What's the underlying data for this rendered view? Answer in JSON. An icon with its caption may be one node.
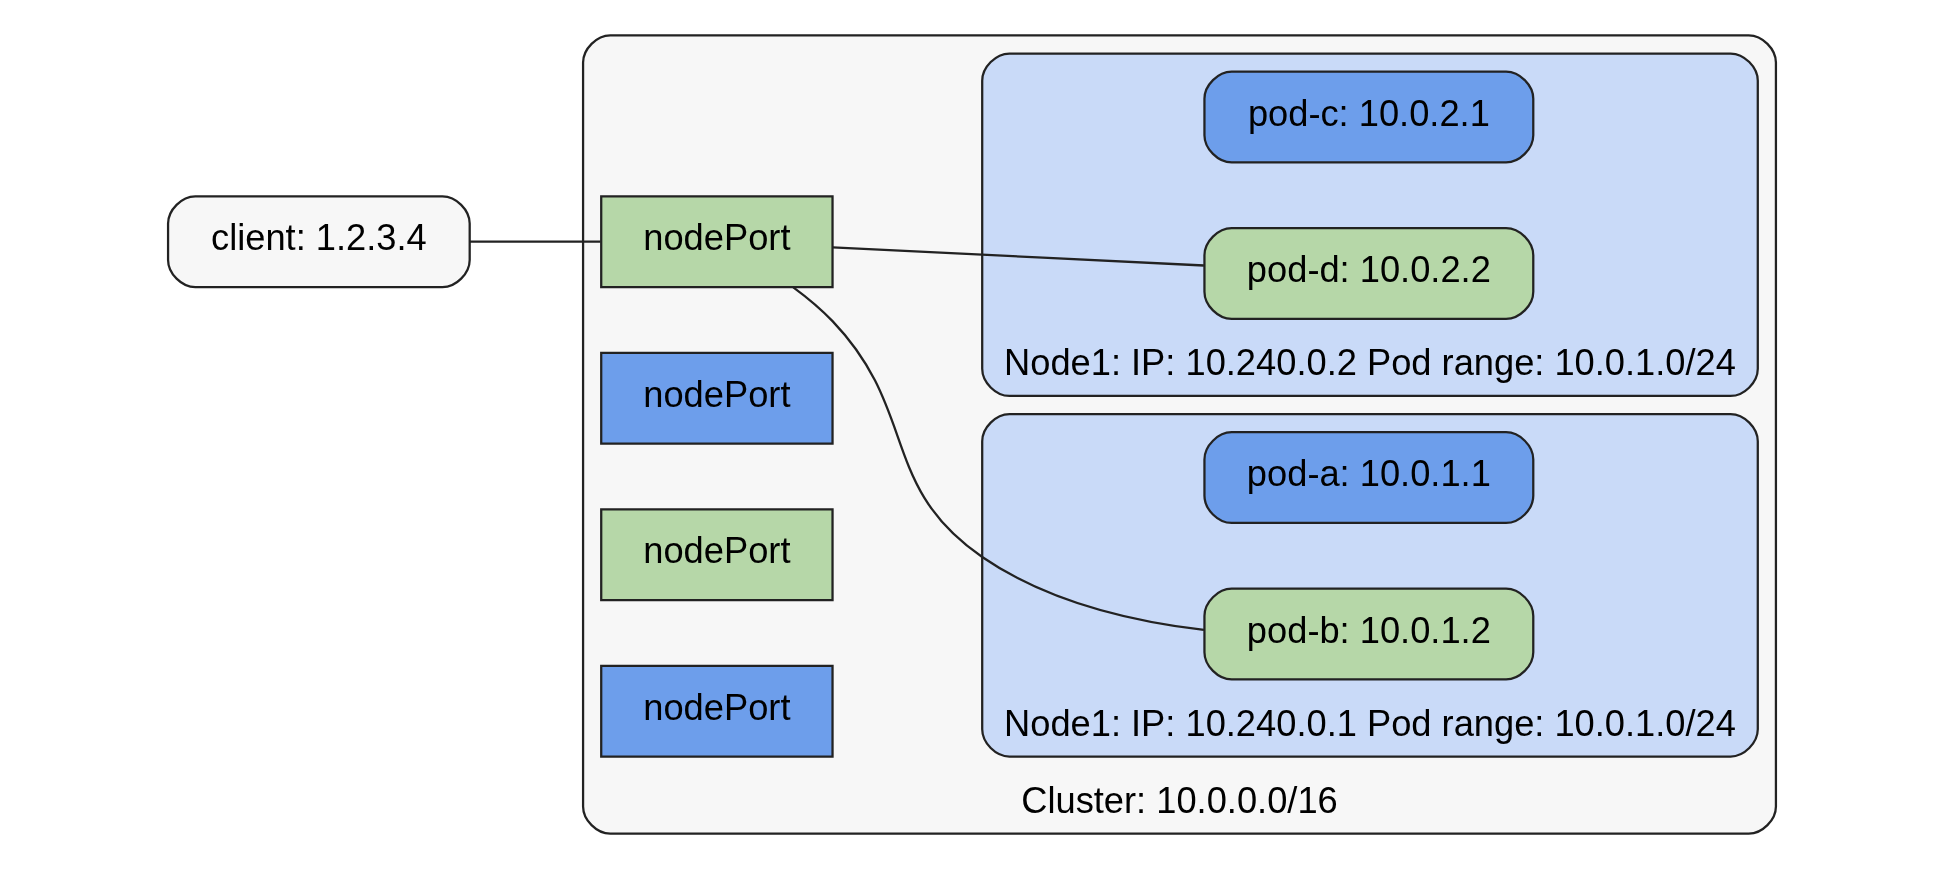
{
  "diagram": {
    "nodes": [
      {
        "text": [
          "client: 1.2.3.4"
        ]
      },
      {
        "text": [
          "Cluster: 10.0.0.0/16"
        ]
      },
      {
        "text": [
          "Node1: IP: 10.240.0.1 Pod range: 10.0.1.0/24"
        ],
        "in": 1
      },
      {
        "text": [
          "pod-a: 10.0.1.1"
        ],
        "in": 2
      },
      {
        "text": [
          "nodePort"
        ],
        "in": 1
      },
      {
        "text": [
          "nodePort"
        ],
        "in": 1
      },
      {
        "text": [
          "pod-b: 10.0.1.2"
        ],
        "in": 2
      },
      {
        "text": [
          "nodePort"
        ],
        "in": 1
      },
      {
        "text": [
          "nodePort"
        ],
        "in": 1
      },
      {
        "text": [
          "pod-c: 10.0.2.1"
        ],
        "in": 10
      },
      {
        "text": [
          "Node1: IP: 10.240.0.2 Pod range: 10.0.1.0/24"
        ],
        "in": 1
      },
      {
        "text": [
          "pod-d: 10.0.2.2"
        ],
        "in": 10
      }
    ],
    "edges": [
      {
        "from": 0,
        "to": 4,
        "arrow": "none"
      },
      {
        "from": 4,
        "to": 6,
        "arrow": "none"
      },
      {
        "from": 4,
        "to": 11,
        "arrow": "none"
      }
    ]
  }
}
